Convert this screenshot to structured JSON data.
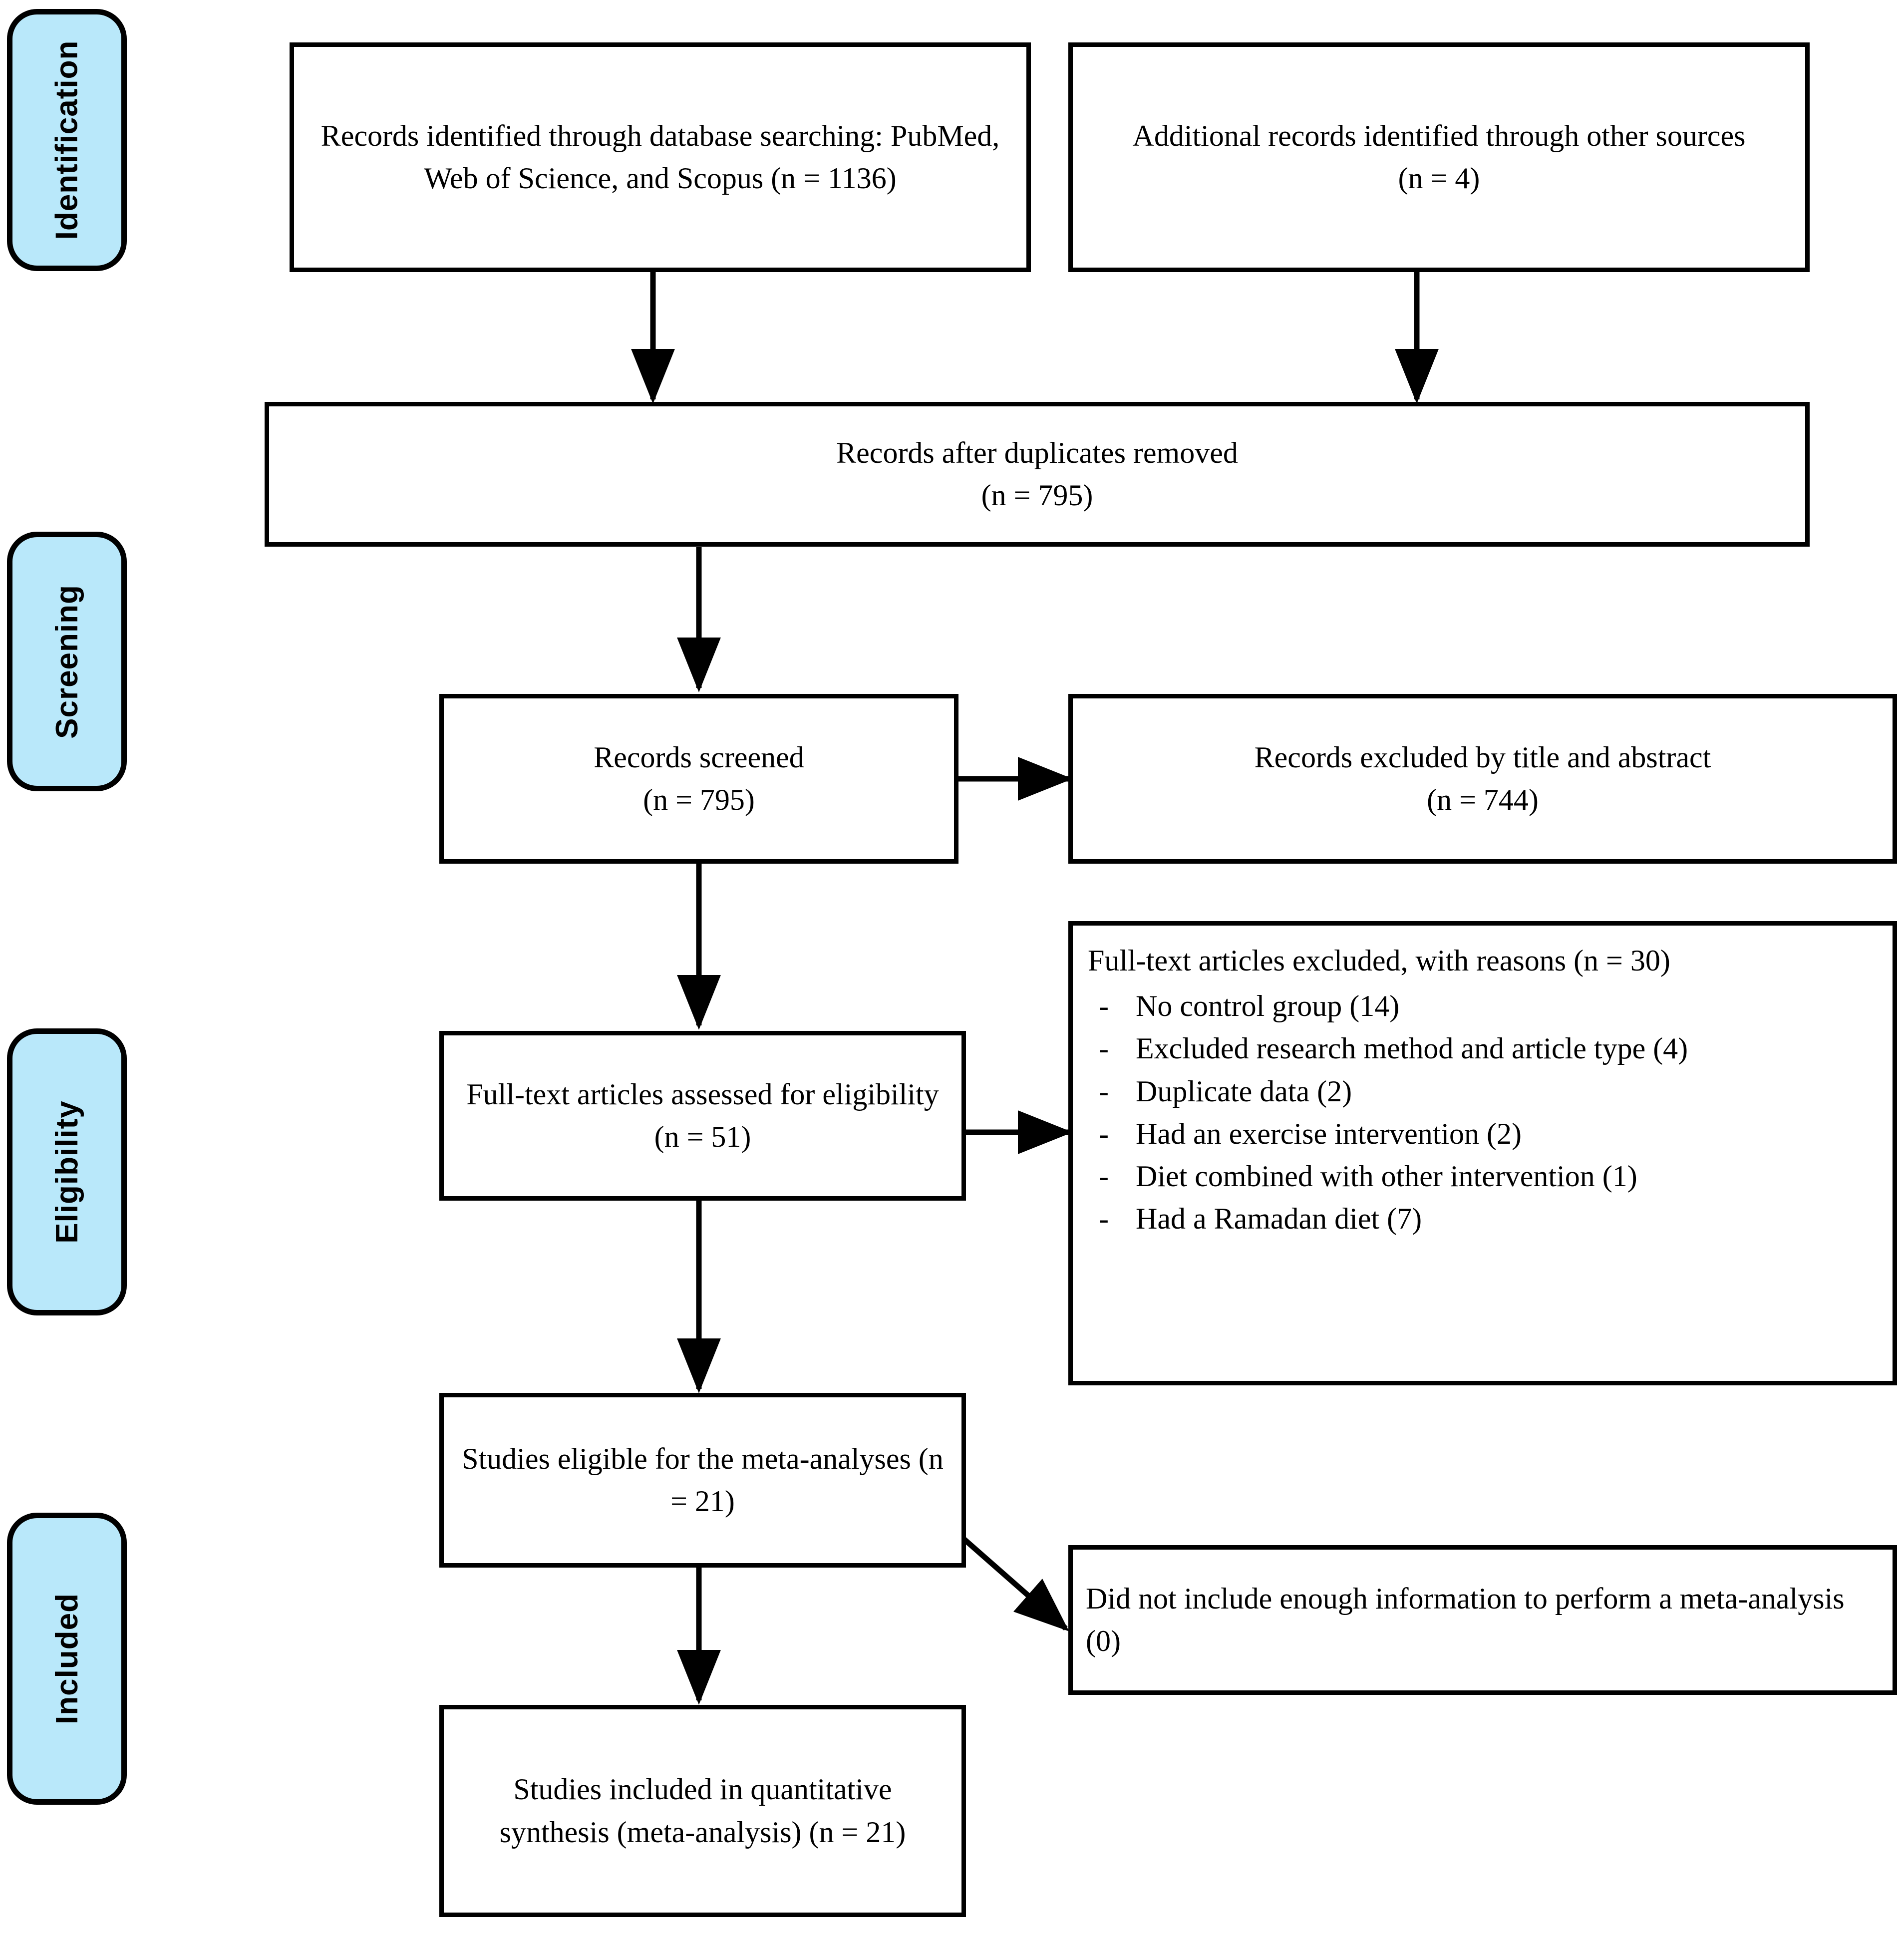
{
  "diagram": {
    "type": "PRISMA flow diagram",
    "stages": [
      {
        "id": "identification",
        "label": "Identification"
      },
      {
        "id": "screening",
        "label": "Screening"
      },
      {
        "id": "eligibility",
        "label": "Eligibility"
      },
      {
        "id": "included",
        "label": "Included"
      }
    ],
    "boxes": {
      "database_search": {
        "text": "Records identified through database searching: PubMed, Web of Science, and Scopus (n = 1136)",
        "count": 1136
      },
      "other_sources": {
        "text": "Additional records identified through other sources\n(n = 4)",
        "count": 4
      },
      "duplicates_removed": {
        "text": "Records after duplicates removed\n(n = 795)",
        "count": 795
      },
      "records_screened": {
        "text": "Records screened\n(n = 795)",
        "count": 795
      },
      "records_excluded": {
        "text": "Records excluded by title and abstract\n(n = 744)",
        "count": 744
      },
      "fulltext_assessed": {
        "text": "Full-text articles assessed for eligibility\n(n = 51)",
        "count": 51
      },
      "fulltext_excluded": {
        "heading": "Full-text articles excluded, with reasons (n = 30)",
        "count": 30,
        "dash": "-",
        "reasons": [
          {
            "text": "No control group (14)",
            "count": 14
          },
          {
            "text": "Excluded research method and article type (4)",
            "count": 4
          },
          {
            "text": "Duplicate data (2)",
            "count": 2
          },
          {
            "text": "Had an exercise intervention (2)",
            "count": 2
          },
          {
            "text": "Diet combined with other intervention (1)",
            "count": 1
          },
          {
            "text": "Had a Ramadan diet (7)",
            "count": 7
          }
        ]
      },
      "studies_eligible": {
        "text": "Studies eligible for the meta-analyses (n = 21)",
        "count": 21
      },
      "not_enough_info": {
        "text": "Did not include enough information to perform a meta-analysis (0)",
        "count": 0
      },
      "studies_included": {
        "text": "Studies included in quantitative synthesis (meta-analysis) (n = 21)",
        "count": 21
      }
    },
    "colors": {
      "stage_fill": "#b9e8fa",
      "line": "#000000",
      "box_fill": "#ffffff",
      "page_background": "#ffffff"
    }
  }
}
